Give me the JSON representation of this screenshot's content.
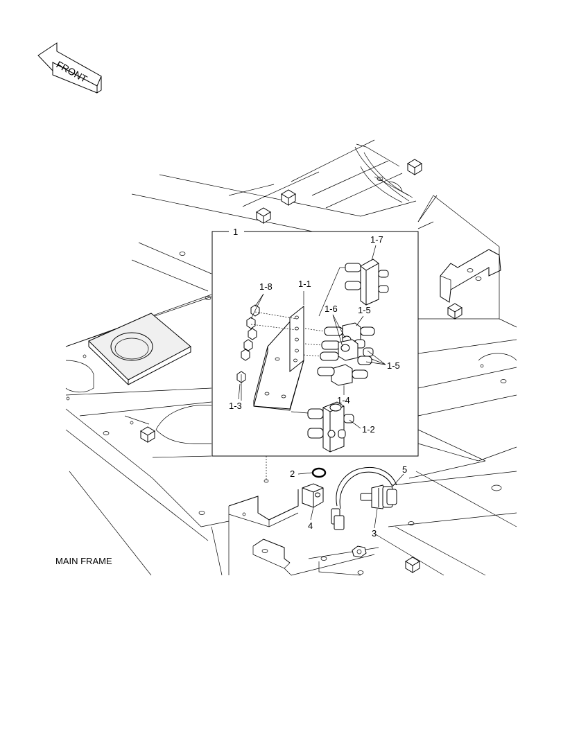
{
  "front_arrow": {
    "label": "FRONT"
  },
  "frame_label": "MAIN FRAME",
  "assembly": {
    "label": "1"
  },
  "callouts": {
    "c_1_1": "1-1",
    "c_1_2": "1-2",
    "c_1_3": "1-3",
    "c_1_4": "1-4",
    "c_1_5a": "1-5",
    "c_1_5b": "1-5",
    "c_1_6": "1-6",
    "c_1_7": "1-7",
    "c_1_8": "1-8",
    "c_2": "2",
    "c_3": "3",
    "c_4": "4",
    "c_5": "5"
  }
}
